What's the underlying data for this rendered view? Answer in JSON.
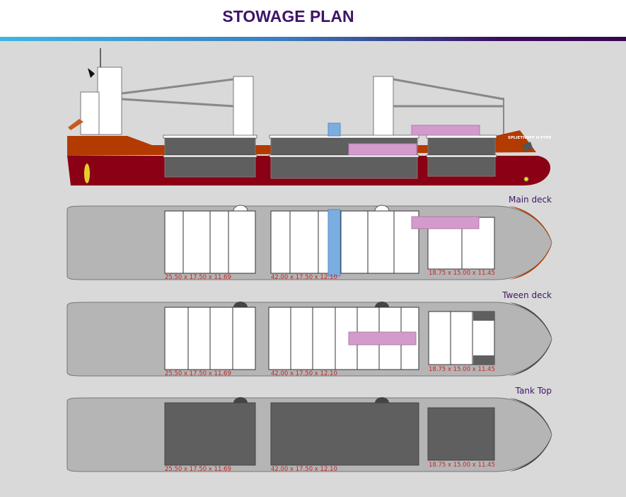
{
  "header": {
    "title": "STOWAGE PLAN"
  },
  "ship": {
    "name": "SPLIETHOFF H-TYPE"
  },
  "decks": [
    {
      "label": "Main deck",
      "holds": [
        "25.50 x 17.50 x 11.69",
        "42.00 x 17.50 x 12.10",
        "18.75 x 15.00 x 11.45"
      ]
    },
    {
      "label": "Tween deck",
      "holds": [
        "25.50 x 17.50 x 11.69",
        "42.00 x 17.50 x 12.10",
        "18.75 x 15.00 x 11.45"
      ]
    },
    {
      "label": "Tank Top",
      "holds": [
        "25.50 x 17.50 x 11.69",
        "42.00 x 17.50 x 12.10",
        "18.75 x 15.00 x 11.45"
      ]
    }
  ],
  "colors": {
    "cargo_pink": "#d39bcb",
    "cargo_blue": "#7aaee0",
    "hull_upper": "#b33a00",
    "hull_lower": "#8a0015",
    "hold_dark": "#5f5f5f",
    "deck_gray": "#b5b5b5"
  }
}
